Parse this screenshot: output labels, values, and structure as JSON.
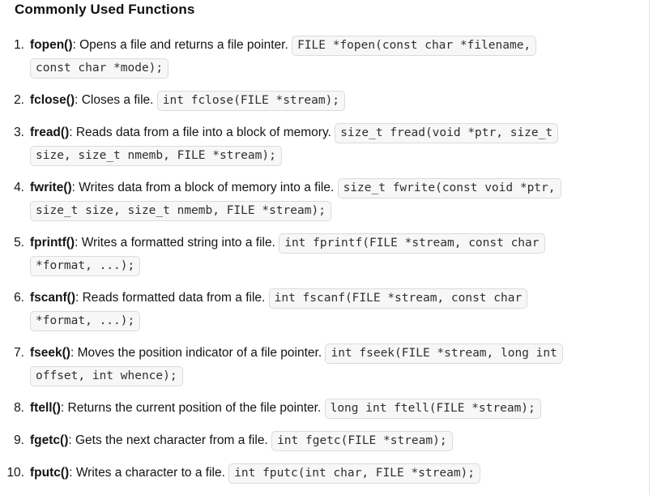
{
  "page": {
    "title": "Commonly Used Functions"
  },
  "list": {
    "items": [
      {
        "number": "1.",
        "name": "fopen()",
        "description": ": Opens a file and returns a file pointer.",
        "code_lines": [
          "FILE *fopen(const char *filename,",
          "const char *mode);"
        ]
      },
      {
        "number": "2.",
        "name": "fclose()",
        "description": ": Closes a file.",
        "code_lines": [
          "int fclose(FILE *stream);"
        ]
      },
      {
        "number": "3.",
        "name": "fread()",
        "description": ": Reads data from a file into a block of memory.",
        "code_lines": [
          "size_t fread(void *ptr, size_t",
          "size, size_t nmemb, FILE *stream);"
        ]
      },
      {
        "number": "4.",
        "name": "fwrite()",
        "description": ": Writes data from a block of memory into a file.",
        "code_lines": [
          "size_t fwrite(const void *ptr,",
          "size_t size, size_t nmemb, FILE *stream);"
        ]
      },
      {
        "number": "5.",
        "name": "fprintf()",
        "description": ": Writes a formatted string into a file.",
        "code_lines": [
          "int fprintf(FILE *stream, const char",
          "*format, ...);"
        ]
      },
      {
        "number": "6.",
        "name": "fscanf()",
        "description": ": Reads formatted data from a file.",
        "code_lines": [
          "int fscanf(FILE *stream, const char",
          "*format, ...);"
        ]
      },
      {
        "number": "7.",
        "name": "fseek()",
        "description": ": Moves the position indicator of a file pointer.",
        "code_lines": [
          "int fseek(FILE *stream, long int",
          "offset, int whence);"
        ]
      },
      {
        "number": "8.",
        "name": "ftell()",
        "description": ": Returns the current position of the file pointer.",
        "code_lines": [
          "long int ftell(FILE *stream);"
        ]
      },
      {
        "number": "9.",
        "name": "fgetc()",
        "description": ": Gets the next character from a file.",
        "code_lines": [
          "int fgetc(FILE *stream);"
        ]
      },
      {
        "number": "10.",
        "name": "fputc()",
        "description": ": Writes a character to a file.",
        "code_lines": [
          "int fputc(int char, FILE *stream);"
        ]
      }
    ]
  },
  "colors": {
    "code_background": "#f7f7f7",
    "code_border": "#dbdbdb",
    "code_text": "#2f2f2f",
    "body_text": "#141414",
    "heading_text": "#0f0f0f",
    "right_rule": "#e4e4e4"
  }
}
